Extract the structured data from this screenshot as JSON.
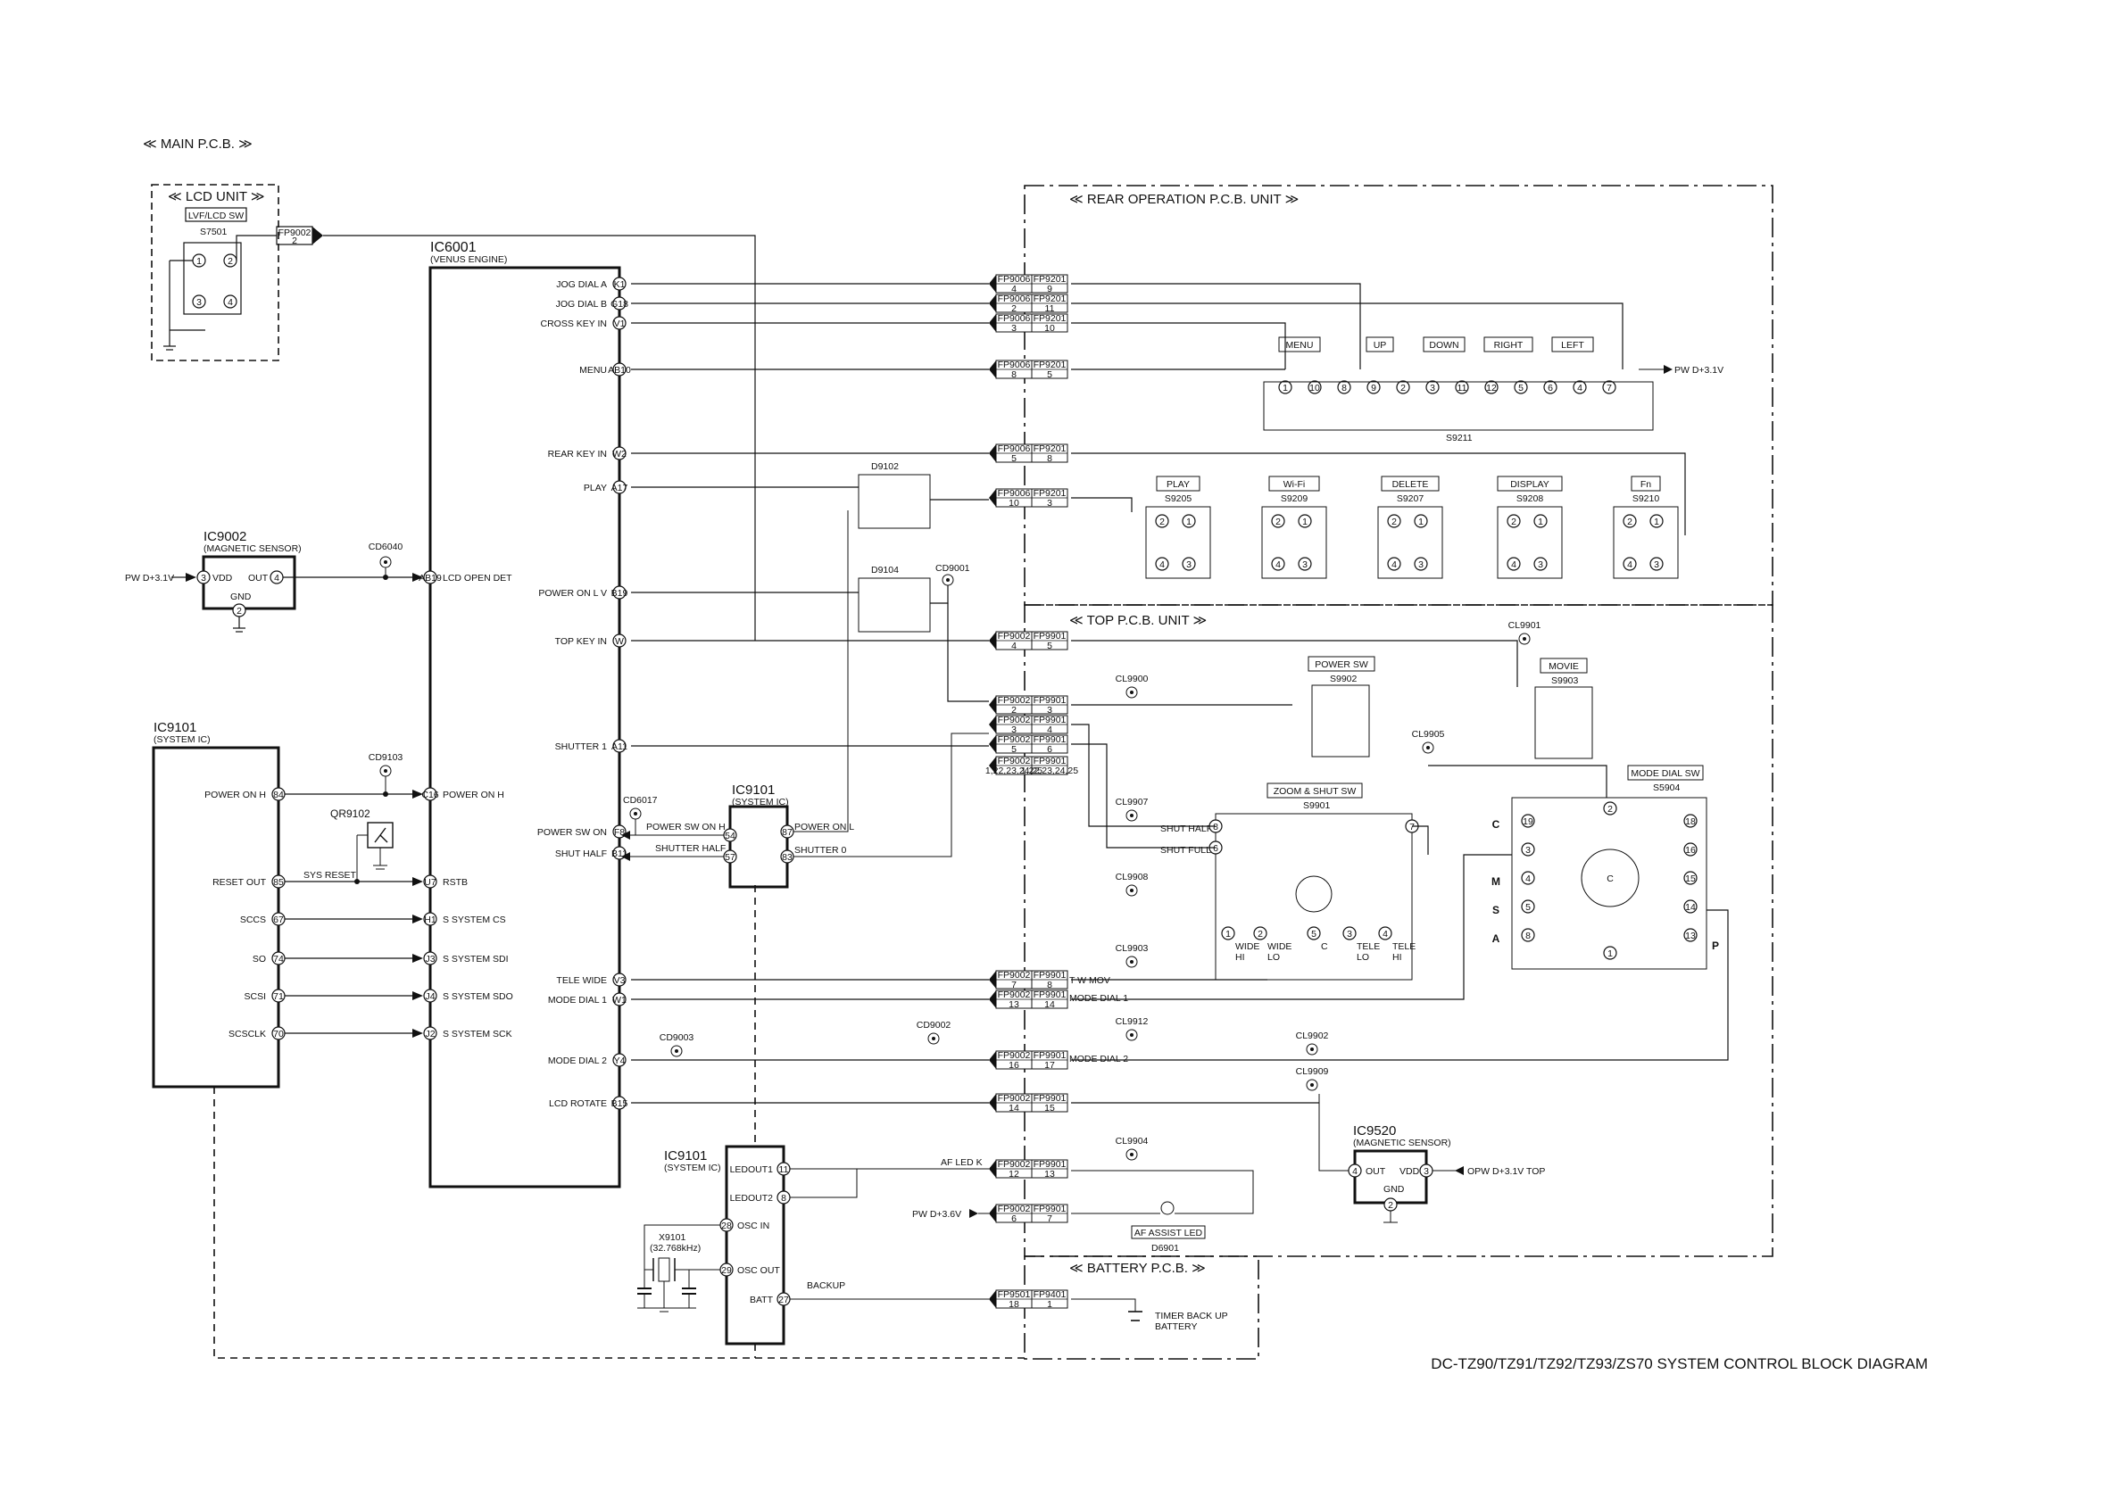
{
  "title": "DC-TZ90/TZ91/TZ92/TZ93/ZS70 SYSTEM CONTROL BLOCK DIAGRAM",
  "sections": {
    "main_pcb": "≪ MAIN P.C.B. ≫",
    "lcd_unit": "≪ LCD UNIT ≫",
    "rear_operation": "≪ REAR OPERATION P.C.B. UNIT ≫",
    "top_pcb": "≪ TOP P.C.B. UNIT ≫",
    "battery_pcb": "≪ BATTERY P.C.B. ≫"
  },
  "lcd_unit": {
    "switch_label": "LVF/LCD SW",
    "ref": "S7501",
    "pins": [
      "1",
      "2",
      "3",
      "4"
    ],
    "connector": "FP9002",
    "connector_pin": "2"
  },
  "ic6001": {
    "name": "IC6001",
    "sub": "(VENUS ENGINE)",
    "right_pins": [
      {
        "label": "JOG DIAL A",
        "pin": "K1"
      },
      {
        "label": "JOG DIAL B",
        "pin": "G18"
      },
      {
        "label": "CROSS KEY IN",
        "pin": "V1"
      },
      {
        "label": "MENU",
        "pin": "AB10"
      },
      {
        "label": "REAR KEY IN",
        "pin": "W2"
      },
      {
        "label": "PLAY",
        "pin": "A17"
      },
      {
        "label": "POWER ON L V",
        "pin": "B19"
      },
      {
        "label": "TOP KEY IN",
        "pin": "W"
      },
      {
        "label": "SHUTTER 1",
        "pin": "A11"
      },
      {
        "label": "POWER SW ON",
        "pin": "F8"
      },
      {
        "label": "SHUT HALF",
        "pin": "B11"
      },
      {
        "label": "TELE WIDE",
        "pin": "V3"
      },
      {
        "label": "MODE DIAL 1",
        "pin": "W1"
      },
      {
        "label": "MODE DIAL 2",
        "pin": "Y4"
      },
      {
        "label": "LCD ROTATE",
        "pin": "B15"
      }
    ],
    "left_pins": [
      {
        "label": "LCD OPEN DET",
        "pin": "AB19"
      },
      {
        "label": "POWER ON H",
        "pin": "C16"
      },
      {
        "label": "RSTB",
        "pin": "U7"
      },
      {
        "label": "S SYSTEM CS",
        "pin": "H1"
      },
      {
        "label": "S SYSTEM SDI",
        "pin": "J3"
      },
      {
        "label": "S SYSTEM SDO",
        "pin": "J4"
      },
      {
        "label": "S SYSTEM SCK",
        "pin": "J2"
      }
    ]
  },
  "ic9002": {
    "name": "IC9002",
    "sub": "(MAGNETIC SENSOR)",
    "vdd": "VDD",
    "out": "OUT",
    "gnd": "GND",
    "pins": [
      "3",
      "4",
      "2"
    ],
    "supply": "PW D+3.1V",
    "test_point": "CD6040"
  },
  "ic9101_main": {
    "name": "IC9101",
    "sub": "(SYSTEM IC)",
    "pins": [
      {
        "label": "POWER ON H",
        "pin": "84"
      },
      {
        "label": "RESET OUT",
        "pin": "85"
      },
      {
        "label": "SCCS",
        "pin": "67"
      },
      {
        "label": "SO",
        "pin": "74"
      },
      {
        "label": "SCSI",
        "pin": "71"
      },
      {
        "label": "SCSCLK",
        "pin": "70"
      }
    ],
    "transistor": "QR9102",
    "sys_reset": "SYS RESET",
    "test_point": "CD9103"
  },
  "ic9101_mid": {
    "name": "IC9101",
    "sub": "(SYSTEM IC)",
    "left": [
      {
        "label": "POWER SW ON H",
        "pin": "54"
      },
      {
        "label": "SHUTTER HALF",
        "pin": "57"
      }
    ],
    "right": [
      {
        "label": "POWER ON L",
        "pin": "87"
      },
      {
        "label": "SHUTTER 0",
        "pin": "83"
      }
    ],
    "test_point": "CD6017"
  },
  "ic9101_bottom": {
    "name": "IC9101",
    "sub": "(SYSTEM IC)",
    "pins": [
      {
        "label": "LEDOUT1",
        "pin": "11"
      },
      {
        "label": "LEDOUT2",
        "pin": "8"
      },
      {
        "label": "OSC IN",
        "pin": "28"
      },
      {
        "label": "OSC OUT",
        "pin": "29"
      },
      {
        "label": "BATT",
        "pin": "27"
      }
    ],
    "crystal": "X9101",
    "crystal_freq": "(32.768kHz)",
    "backup": "BACKUP"
  },
  "connectors": [
    {
      "a": "FP9006",
      "b": "FP9201",
      "pa": "4",
      "pb": "9"
    },
    {
      "a": "FP9006",
      "b": "FP9201",
      "pa": "2",
      "pb": "11"
    },
    {
      "a": "FP9006",
      "b": "FP9201",
      "pa": "3",
      "pb": "10"
    },
    {
      "a": "FP9006",
      "b": "FP9201",
      "pa": "8",
      "pb": "5"
    },
    {
      "a": "FP9006",
      "b": "FP9201",
      "pa": "5",
      "pb": "8"
    },
    {
      "a": "FP9006",
      "b": "FP9201",
      "pa": "10",
      "pb": "3"
    },
    {
      "a": "FP9002",
      "b": "FP9901",
      "pa": "4",
      "pb": "5"
    },
    {
      "a": "FP9002",
      "b": "FP9901",
      "pa": "2",
      "pb": "3"
    },
    {
      "a": "FP9002",
      "b": "FP9901",
      "pa": "3",
      "pb": "4"
    },
    {
      "a": "FP9002",
      "b": "FP9901",
      "pa": "5",
      "pb": "6"
    },
    {
      "a": "FP9002",
      "b": "FP9901",
      "pa": "1,22,23,24,25",
      "pb": "1,22,23,24,25"
    },
    {
      "a": "FP9002",
      "b": "FP9901",
      "pa": "7",
      "pb": "8"
    },
    {
      "a": "FP9002",
      "b": "FP9901",
      "pa": "13",
      "pb": "14"
    },
    {
      "a": "FP9002",
      "b": "FP9901",
      "pa": "16",
      "pb": "17"
    },
    {
      "a": "FP9002",
      "b": "FP9901",
      "pa": "14",
      "pb": "15"
    },
    {
      "a": "FP9002",
      "b": "FP9901",
      "pa": "12",
      "pb": "13"
    },
    {
      "a": "FP9002",
      "b": "FP9901",
      "pa": "6",
      "pb": "7"
    },
    {
      "a": "FP9501",
      "b": "FP9401",
      "pa": "18",
      "pb": "1"
    }
  ],
  "rear": {
    "keys": [
      "MENU",
      "UP",
      "DOWN",
      "RIGHT",
      "LEFT"
    ],
    "key_pins": [
      "1",
      "10",
      "8",
      "9",
      "2",
      "3",
      "11",
      "12",
      "5",
      "6",
      "4",
      "7"
    ],
    "supply": "PW D+3.1V",
    "switch_ref": "S9211",
    "buttons": [
      {
        "label": "PLAY",
        "ref": "S9205"
      },
      {
        "label": "Wi-Fi",
        "ref": "S9209"
      },
      {
        "label": "DELETE",
        "ref": "S9207"
      },
      {
        "label": "DISPLAY",
        "ref": "S9208"
      },
      {
        "label": "Fn",
        "ref": "S9210"
      }
    ],
    "diodes": [
      "D9102",
      "D9104"
    ],
    "test_point": "CD9001"
  },
  "top": {
    "power_sw": {
      "label": "POWER SW",
      "ref": "S9902"
    },
    "movie": {
      "label": "MOVIE",
      "ref": "S9903"
    },
    "zoom": {
      "label": "ZOOM & SHUT SW",
      "ref": "S9901",
      "half": "SHUT HALF",
      "full": "SHUT FULL",
      "pins": [
        "8",
        "6",
        "7"
      ],
      "bottom_pins": [
        "1",
        "2",
        "5",
        "3",
        "4"
      ],
      "bottom_labels": [
        "WIDE HI",
        "WIDE LO",
        "C",
        "TELE LO",
        "TELE HI"
      ]
    },
    "mode_dial": {
      "label": "MODE DIAL SW",
      "ref": "S5904",
      "left_pins": [
        "19",
        "3",
        "4",
        "5",
        "8"
      ],
      "right_pins": [
        "18",
        "16",
        "15",
        "14",
        "13"
      ],
      "top_pin": "2",
      "bottom_pin": "1",
      "center": "C"
    },
    "mode_letters": [
      "C",
      "M",
      "S",
      "A",
      "P"
    ],
    "test_points": [
      "CL9901",
      "CL9900",
      "CL9905",
      "CL9907",
      "CL9908",
      "CL9903",
      "CL9912",
      "CL9902",
      "CL9909",
      "CL9904",
      "CD9002",
      "CD9003"
    ],
    "signals": [
      "T W MOV",
      "MODE DIAL 1",
      "MODE DIAL 2",
      "AF LED K"
    ]
  },
  "ic9520": {
    "name": "IC9520",
    "sub": "(MAGNETIC SENSOR)",
    "out": "OUT",
    "vdd": "VDD",
    "gnd": "GND",
    "pins": [
      "4",
      "3",
      "2"
    ],
    "supply": "OPW D+3.1V TOP"
  },
  "led": {
    "supply": "PW D+3.6V",
    "label": "AF ASSIST LED",
    "ref": "D6901"
  },
  "battery": {
    "label": "TIMER BACK UP",
    "label2": "BATTERY"
  }
}
